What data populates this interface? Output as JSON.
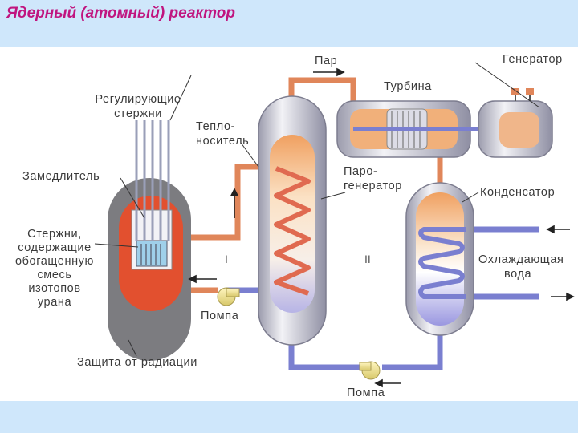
{
  "title": "Ядерный (атомный) реактор",
  "labels": {
    "steam": "Пар",
    "turbine": "Турбина",
    "generator": "Генератор",
    "control_rods": [
      "Регулирующие",
      "стержни"
    ],
    "coolant": [
      "Тепло-",
      "носитель"
    ],
    "steam_generator": [
      "Паро-",
      "генератор"
    ],
    "moderator": "Замедлитель",
    "condenser": "Конденсатор",
    "fuel_rods": [
      "Стержни,",
      "содержащие",
      "обогащенную",
      "смесь",
      "изотопов",
      "урана"
    ],
    "cooling_water": [
      "Охлаждающая",
      "вода"
    ],
    "circuit_1": "I",
    "circuit_2": "II",
    "pump_1": "Помпа",
    "pump_2": "Помпа",
    "shielding": "Защита от радиации"
  },
  "colors": {
    "title": "#c0157f",
    "hot_loop": "#e0865a",
    "cold_loop": "#7a7fd0",
    "shell": "#c9c9d6",
    "core_red": "#e2502f",
    "pump": "#f2e08a"
  }
}
